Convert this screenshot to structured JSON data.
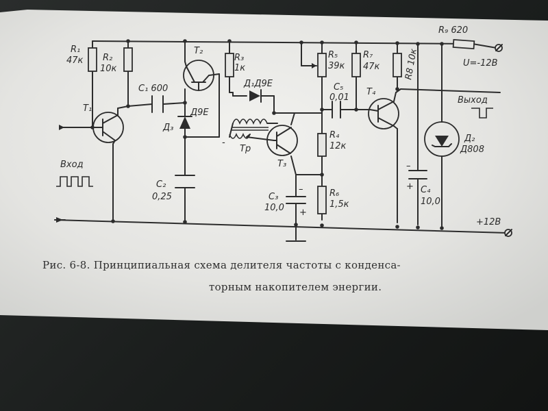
{
  "labels": {
    "r1": "R₁",
    "r1_val": "47к",
    "r2": "R₂",
    "r2_val": "10к",
    "r3": "R₃",
    "r3_val": "1к",
    "r5": "R₅",
    "r5_val": "39к",
    "r7": "R₇",
    "r7_val": "47к",
    "r8": "R8 10к",
    "r9": "R₉ 620",
    "u": "U=-12В",
    "c1": "C₁ 600",
    "d1": "Д₁Д9Е",
    "d9e": "Д9Е",
    "d3": "Д₃",
    "c5": "C₅",
    "c5_val": "0,01",
    "t1": "T₁",
    "t2": "T₂",
    "t3": "T₃",
    "t4": "T₄",
    "out": "Выход",
    "in": "Вход",
    "tr": "Тр",
    "r4": "R₄",
    "r4_val": "12к",
    "c2": "C₂",
    "c2_val": "0,25",
    "c3": "C₃",
    "c3_val": "10,0",
    "r6": "R₆",
    "r6_val": "1,5к",
    "c4": "C₄",
    "c4_val": "10,0",
    "d2": "Д₂",
    "d2_val": "Д808",
    "v12": "+12В",
    "dash": "-"
  },
  "caption": {
    "line1": "Рис. 6-8. Принципиальная схема делителя частоты с конденса-",
    "line2": "торным накопителем энергии."
  }
}
